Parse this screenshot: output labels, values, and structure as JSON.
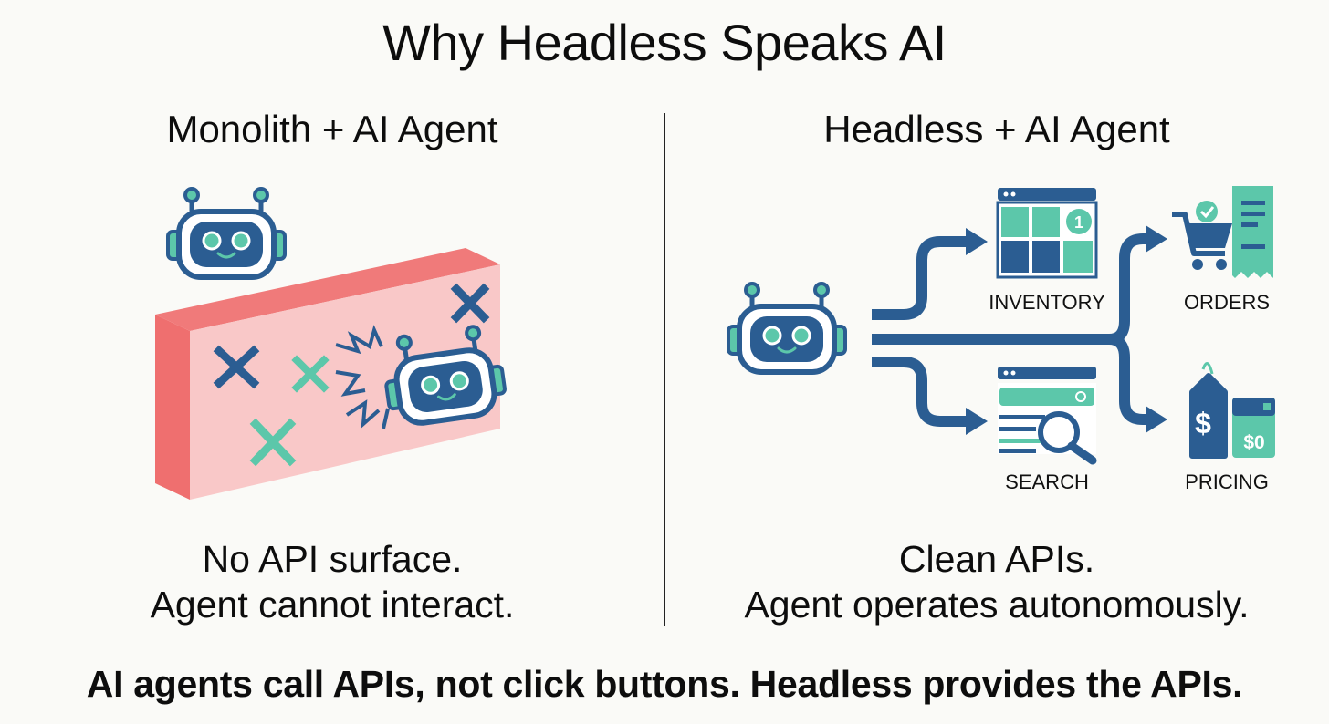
{
  "title": "Why Headless Speaks AI",
  "left": {
    "heading": "Monolith + AI Agent",
    "caption_line1": "No API surface.",
    "caption_line2": "Agent cannot interact."
  },
  "right": {
    "heading": "Headless + AI Agent",
    "caption_line1": "Clean APIs.",
    "caption_line2": "Agent operates autonomously.",
    "services": [
      {
        "label": "INVENTORY",
        "icon": "inventory-icon"
      },
      {
        "label": "ORDERS",
        "icon": "orders-icon"
      },
      {
        "label": "SEARCH",
        "icon": "search-icon"
      },
      {
        "label": "PRICING",
        "icon": "pricing-icon"
      }
    ],
    "inventory_badge": "1",
    "pricing_tag": "$0"
  },
  "footer": "AI agents call APIs, not click buttons. Headless provides the APIs.",
  "colors": {
    "navy": "#2b5d92",
    "teal": "#5cc7aa",
    "wall_face": "#f9c8c8",
    "wall_side": "#f07a7a",
    "background": "#fafaf7"
  }
}
